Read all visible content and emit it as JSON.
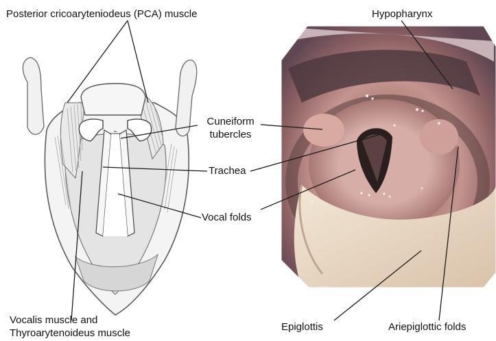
{
  "labels": {
    "pca_muscle": "Posterior cricoaryteniodeus (PCA) muscle",
    "hypopharynx": "Hypopharynx",
    "cuneiform_line1": "Cuneiform",
    "cuneiform_line2": "tubercles",
    "trachea": "Trachea",
    "vocal_folds": "Vocal folds",
    "vocalis_line1": "Vocalis muscle and",
    "vocalis_line2": "Thyroarytenoideus muscle",
    "epiglottis": "Epiglottis",
    "ariepiglottic": "Ariepiglottic folds"
  },
  "colors": {
    "line": "#1a1a1a",
    "drawing_stroke": "#555555",
    "photo_tissue": "#b88786",
    "photo_dark": "#2e2322",
    "epiglottis": "#ead7c3"
  }
}
